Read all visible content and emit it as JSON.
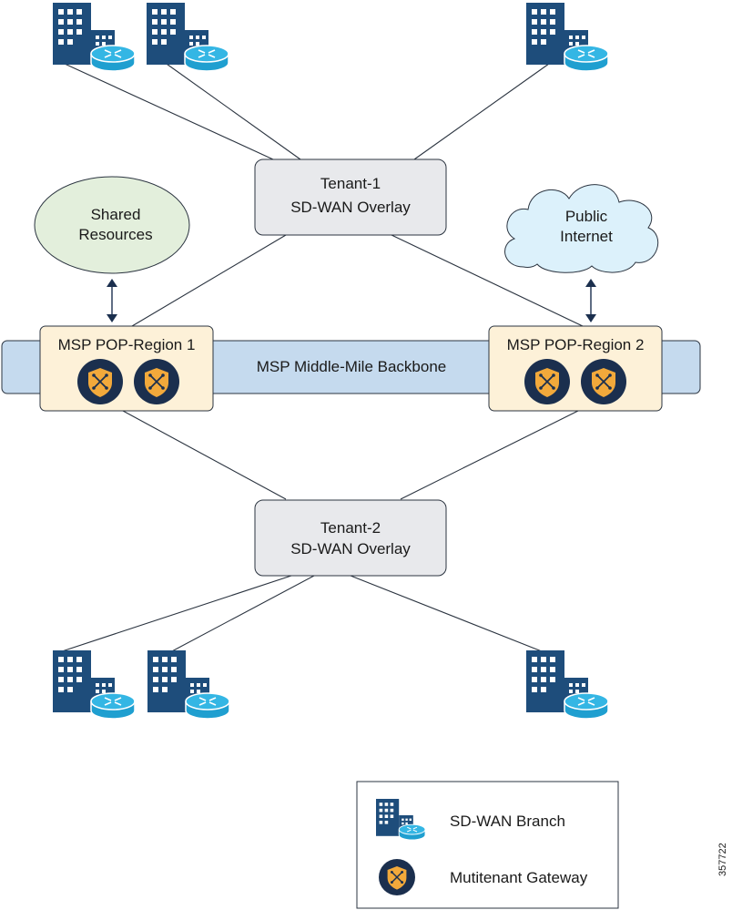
{
  "tenant1": {
    "line1": "Tenant-1",
    "line2": "SD-WAN Overlay"
  },
  "tenant2": {
    "line1": "Tenant-2",
    "line2": "SD-WAN Overlay"
  },
  "shared": {
    "line1": "Shared",
    "line2": "Resources"
  },
  "internet": {
    "line1": "Public",
    "line2": "Internet"
  },
  "backbone": {
    "label": "MSP Middle-Mile Backbone"
  },
  "pop1": {
    "label": "MSP POP-Region 1"
  },
  "pop2": {
    "label": "MSP POP-Region 2"
  },
  "legend": {
    "branch_label": "SD-WAN Branch",
    "gateway_label": "Mutitenant Gateway"
  },
  "figure_id": "357722",
  "icons": {
    "branch": "branch-router-icon",
    "gateway": "gateway-shield-icon"
  },
  "colors": {
    "building": "#1e4d7b",
    "router": "#34b6e4",
    "overlay_box": "#e8e9ec",
    "shared_fill": "#e3efdc",
    "cloud_fill": "#dcf1fb",
    "backbone_fill": "#c5daee",
    "pop_fill": "#fdf1d8",
    "gateway_circle": "#1b2f4e",
    "gateway_shield": "#f2a93b"
  }
}
